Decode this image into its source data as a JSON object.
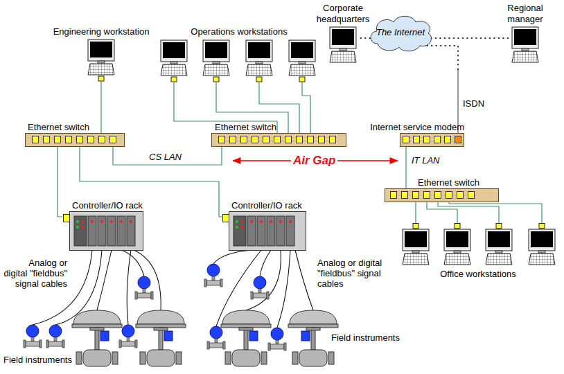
{
  "diagram": {
    "nodes": [
      {
        "text": [
          "Engineering workstation"
        ]
      },
      {
        "text": [
          "Operations workstations"
        ]
      },
      {
        "text": [
          "Corporate headquarters"
        ]
      },
      {
        "text": [
          "The Internet"
        ]
      },
      {
        "text": [
          "Regional manager"
        ]
      },
      {
        "text": [
          "Ethernet switch"
        ]
      },
      {
        "text": [
          "Ethernet switch"
        ]
      },
      {
        "text": [
          "Internet service modem"
        ]
      },
      {
        "text": [
          "Controller/IO rack"
        ]
      },
      {
        "text": [
          "Controller/IO rack"
        ]
      },
      {
        "text": [
          "Ethernet switch"
        ]
      },
      {
        "text": [
          "Office workstations"
        ]
      }
    ],
    "edges": [
      {
        "from": 0,
        "to": 5,
        "arrow": "none"
      },
      {
        "from": 1,
        "to": 6,
        "arrow": "none"
      },
      {
        "from": 5,
        "to": 6,
        "arrow": "none",
        "label": "CS LAN"
      },
      {
        "from": 5,
        "to": 8,
        "arrow": "none"
      },
      {
        "from": 5,
        "to": 9,
        "arrow": "none"
      },
      {
        "from": 7,
        "to": 3,
        "arrow": "none",
        "label": "ISDN"
      },
      {
        "from": 3,
        "to": 2,
        "arrow": "none"
      },
      {
        "from": 3,
        "to": 4,
        "arrow": "none"
      },
      {
        "from": 7,
        "to": 10,
        "arrow": "none"
      },
      {
        "from": 10,
        "to": 11,
        "arrow": "none"
      }
    ],
    "labels": [
      "Air Gap",
      "IT LAN",
      "Analog or digital \"fieldbus\" signal cables",
      "Analog or digital \"fieldbus\" signal cables",
      "Field instruments",
      "Field instruments"
    ]
  }
}
